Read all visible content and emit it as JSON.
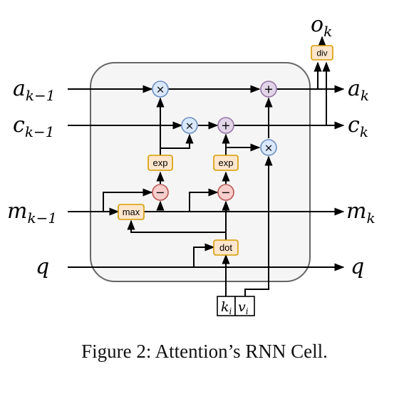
{
  "diagram": {
    "inputs": {
      "a": [
        "a",
        "k−1"
      ],
      "c": [
        "c",
        "k−1"
      ],
      "m": [
        "m",
        "k−1"
      ],
      "q": [
        "q",
        ""
      ]
    },
    "outputs": {
      "o": [
        "o",
        "k"
      ],
      "a": [
        "a",
        "k"
      ],
      "c": [
        "c",
        "k"
      ],
      "m": [
        "m",
        "k"
      ],
      "q": [
        "q",
        ""
      ]
    },
    "key": [
      "k",
      "i"
    ],
    "value": [
      "v",
      "i"
    ],
    "boxes": {
      "max": "max",
      "exp1": "exp",
      "exp2": "exp",
      "dot": "dot",
      "div": "div"
    },
    "ops": {
      "times": "×",
      "plus": "+",
      "minus": "−"
    },
    "colors": {
      "times_fill": "#dae8fc",
      "times_stroke": "#6c8ebf",
      "plus_fill": "#e1d5e7",
      "plus_stroke": "#9673a6",
      "minus_fill": "#f8cecc",
      "minus_stroke": "#b85450",
      "box_fill": "#ffe6cc",
      "box_stroke": "#d79b00",
      "cell_fill": "#f5f5f5",
      "cell_stroke": "#666666"
    }
  },
  "caption": "Figure 2: Attention’s RNN Cell."
}
